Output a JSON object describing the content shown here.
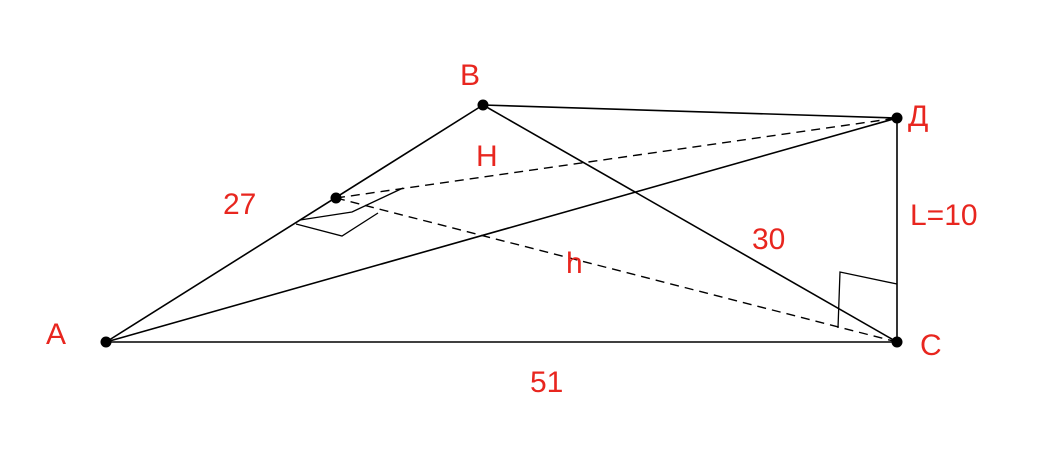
{
  "diagram": {
    "text_color": "#e8261f",
    "line_color": "#000000",
    "points": {
      "A": "A",
      "B": "B",
      "C": "C",
      "D": "Д"
    },
    "measures": {
      "AB": "27",
      "BC": "30",
      "AC": "51",
      "DC": "L=10"
    },
    "segments": {
      "H": "H",
      "h": "h"
    }
  }
}
